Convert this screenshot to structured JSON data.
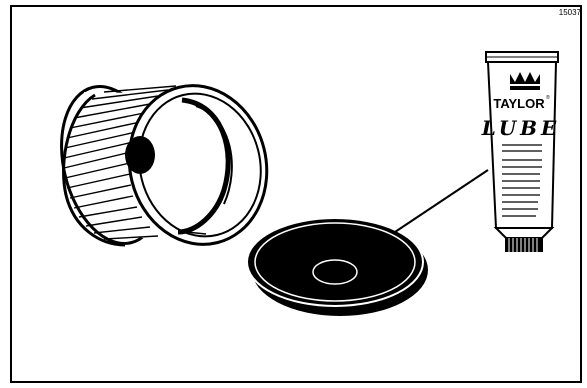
{
  "figure": {
    "number": "15037"
  },
  "tube": {
    "brand": "TAYLOR",
    "registered_mark": "®",
    "product": "LUBE"
  },
  "colors": {
    "ink": "#000000",
    "paper": "#ffffff"
  }
}
